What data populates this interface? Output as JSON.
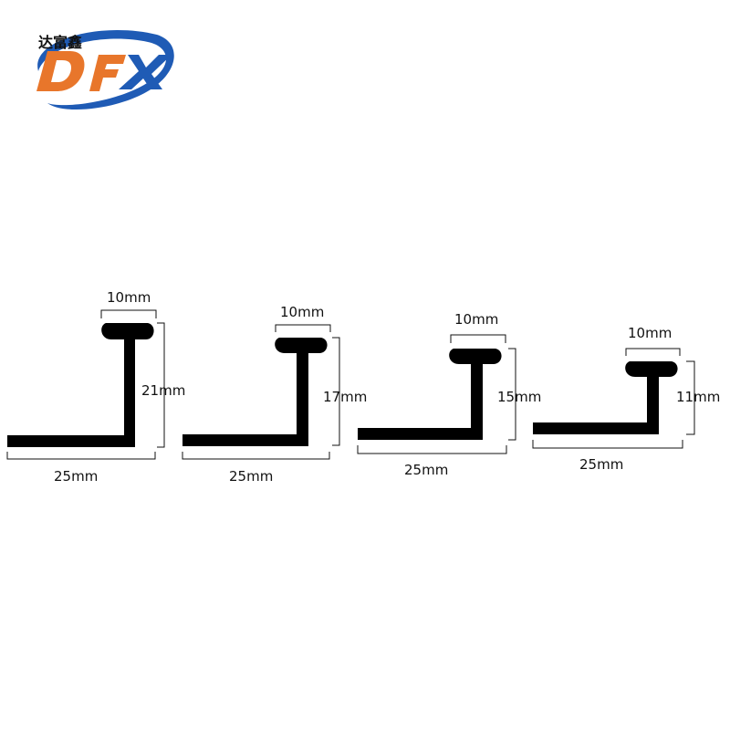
{
  "logo": {
    "brand_cn": "达富鑫",
    "mark_letters": "DFX",
    "colors": {
      "blue": "#1f5bb5",
      "orange": "#e8762b"
    }
  },
  "profiles": [
    {
      "top_width": "10mm",
      "height": "21mm",
      "base_width": "25mm",
      "height_mm": 21
    },
    {
      "top_width": "10mm",
      "height": "17mm",
      "base_width": "25mm",
      "height_mm": 17
    },
    {
      "top_width": "10mm",
      "height": "15mm",
      "base_width": "25mm",
      "height_mm": 15
    },
    {
      "top_width": "10mm",
      "height": "11mm",
      "base_width": "25mm",
      "height_mm": 11
    }
  ]
}
